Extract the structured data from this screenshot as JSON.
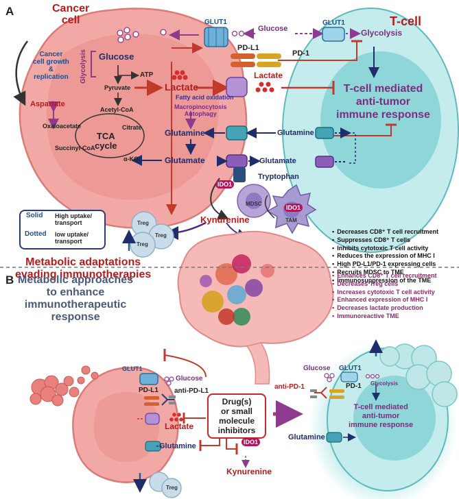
{
  "panel_a": {
    "letter": "A",
    "cancer_cell_title": "Cancer\ncell",
    "t_cell_title": "T-cell",
    "glut1_left": "GLUT1",
    "glut1_right": "GLUT1",
    "glucose_ext": "Glucose",
    "glycolysis_tcell": "Glycolysis",
    "pdl1": "PD-L1",
    "pd1": "PD-1",
    "lactate_ext": "Lactate",
    "tcell_response": "T-cell mediated\nanti-tumor\nimmune response",
    "growth": "Cancer\ncell growth\n&\nreplication",
    "glycolysis_vertical": "Glycolysis",
    "glucose_in": "Glucose",
    "atp": "ATP",
    "pyruvate": "Pyruvate",
    "lactate_in": "Lactate",
    "fatty_acid": "Fatty acid oxidation",
    "macropino": "Macropinocytosis\nAutophagy",
    "aspartate": "Aspartate",
    "acetyl_coa": "Acetyl-CoA",
    "oxaloacetate": "Oxaloacetate",
    "citrate": "Citrate",
    "tca": "TCA\ncycle",
    "succinyl": "Succinyl-CoA",
    "akg": "α-KG",
    "glutamine_in": "Glutamine",
    "glutamate_in": "Glutamate",
    "glutamine_ext": "Glutamine",
    "glutamate_ext": "Glutamate",
    "tryptophan": "Tryptophan",
    "ido1_a": "IDO1",
    "ido1_b": "IDO1",
    "mdsc": "MDSC",
    "tam": "TAM",
    "kynurenine": "Kynurenine",
    "treg": [
      "Treg",
      "Treg",
      "Treg"
    ],
    "legend": {
      "solid": "Solid",
      "solid_desc": "High uptake/\ntransport",
      "dotted": "Dotted",
      "dotted_desc": "low uptake/\ntransport"
    },
    "effects": [
      "Decreases CD8⁺ T cell recruitment",
      "Suppresses CD8⁺ T cells",
      "Inhibits cytotoxic T cell activity",
      "Reduces the expression of MHC I",
      "High PD-L1/PD-1 expressing cells",
      "Recruits MDSC to TME",
      "Immunosuppression of the TME"
    ],
    "adaptations_title": "Metabolic adaptations\nevading immunotherapies"
  },
  "panel_b": {
    "letter": "B",
    "title": "Metabolic approaches\nto enhance\nimmunotherapeutic\nresponse",
    "effects": [
      "Enhances CD8⁺ T cell recruitment",
      "Decreases Treg cells",
      "Increases cytotoxic T cell activity",
      "Enhanced expression of MHC I",
      "Decreases lactate production",
      "Immunoreactive TME"
    ],
    "glut1_left": "GLUT1",
    "glucose_left": "Glucose",
    "pdl1": "PD-L1",
    "anti_pdl1": "anti-PD-L1",
    "drug": "Drug(s)\nor small\nmolecule\ninhibitors",
    "lactate": "Lactate",
    "glutamine_left": "Glutamine",
    "ido1": "IDO1",
    "kynurenine": "Kynurenine",
    "treg": "Treg",
    "glucose_right": "Glucose",
    "glut1_right": "GLUT1",
    "anti_pd1": "anti-PD-1",
    "pd1": "PD-1",
    "glycolysis": "Glycolysis",
    "tcell_response": "T-cell mediated\nanti-tumor\nimmune response",
    "glutamine_right": "Glutamine"
  },
  "colors": {
    "cancer_fill": "#f2a8a4",
    "cancer_nucleus": "#eb8f8c",
    "tcell_fill": "#bfe9ea",
    "tcell_nucleus": "#7fd0d3",
    "red_accent": "#b71c1c",
    "navy_arrow": "#1f2d6b",
    "purple": "#7b2d7f"
  }
}
